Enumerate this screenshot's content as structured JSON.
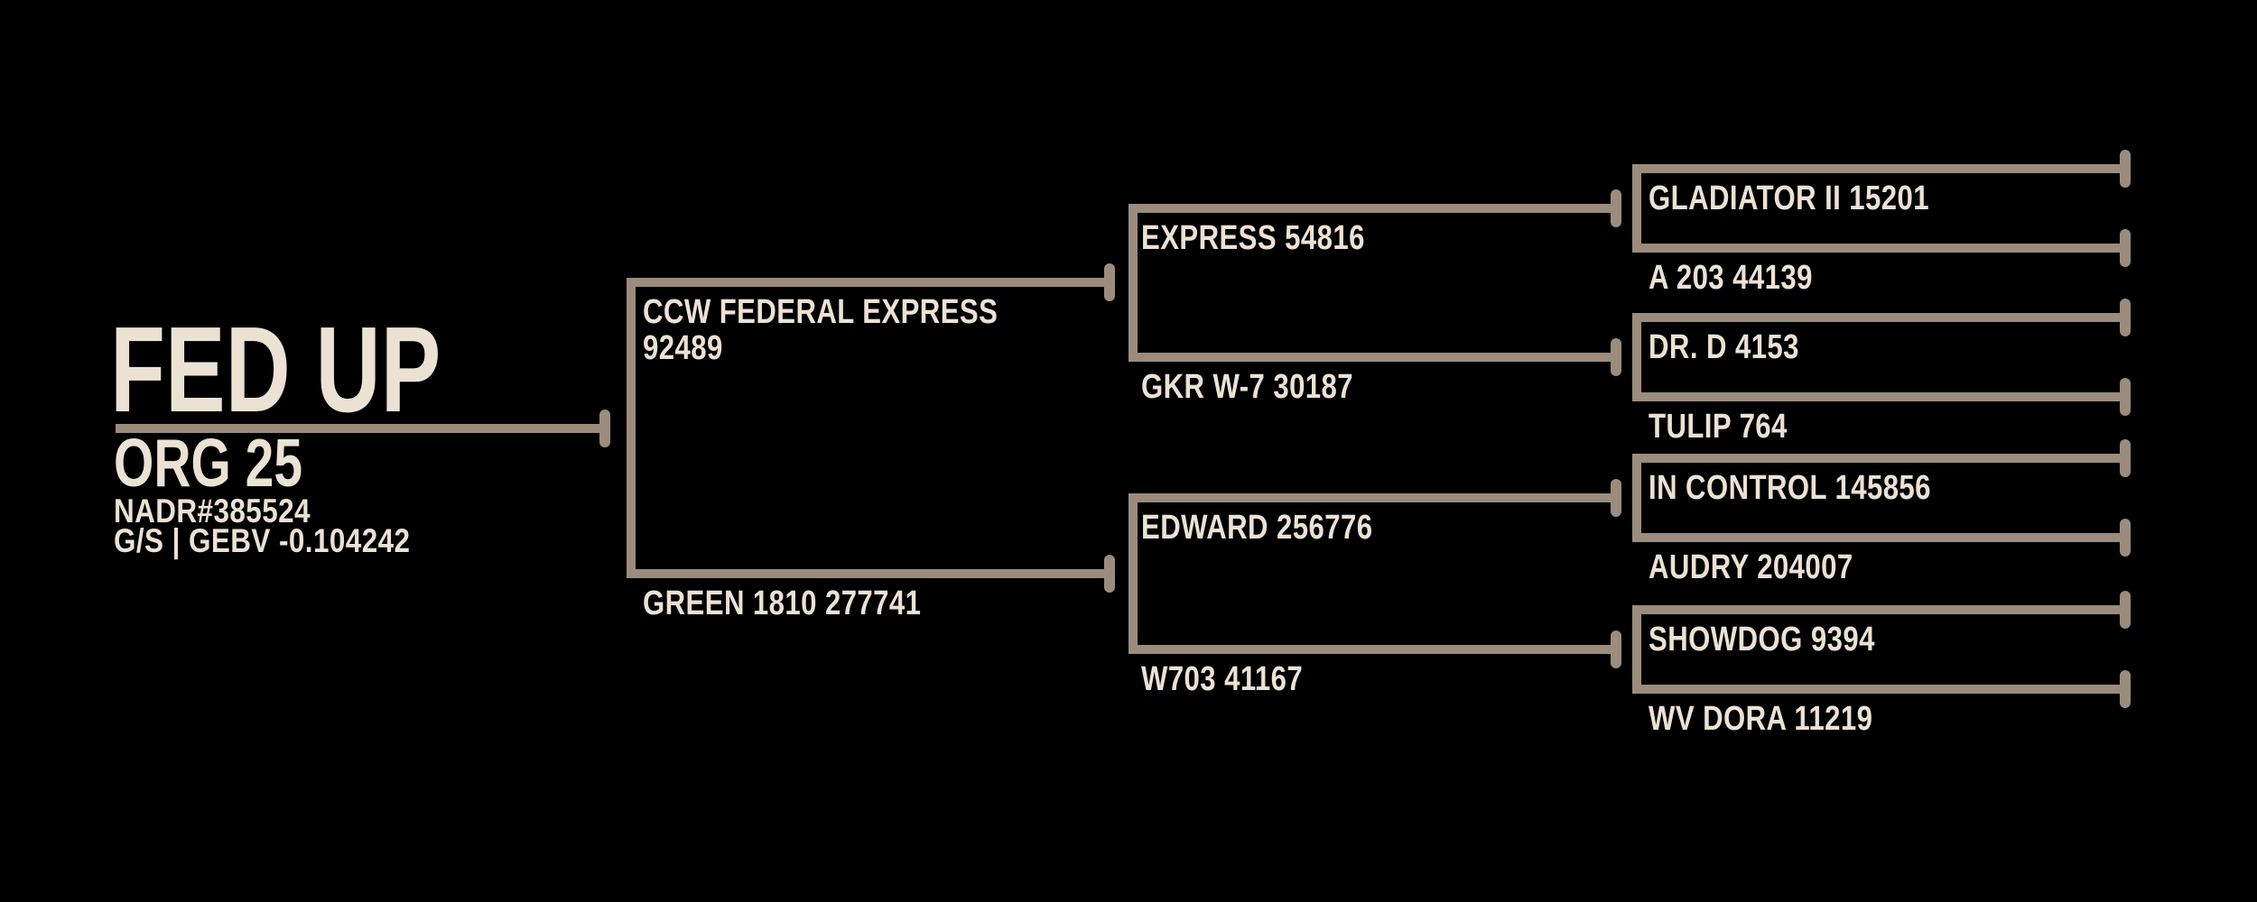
{
  "title_block": {
    "name": "FED UP",
    "subtitle": "ORG 25",
    "registration": "NADR#385524",
    "genetic_info": "G/S | GEBV -0.104242"
  },
  "pedigree": {
    "generation_1": {
      "sire": {
        "name_line1": "CCW FEDERAL EXPRESS",
        "name_line2": "92489"
      },
      "dam": {
        "name": "GREEN 1810 277741"
      }
    },
    "generation_2": {
      "sire_sire": "EXPRESS 54816",
      "sire_dam": "GKR W-7 30187",
      "dam_sire": "EDWARD 256776",
      "dam_dam": "W703 41167"
    },
    "generation_3": {
      "sire_sire_sire": "GLADIATOR II 15201",
      "sire_sire_dam": "A 203 44139",
      "sire_dam_sire": "DR. D 4153",
      "sire_dam_dam": "TULIP 764",
      "dam_sire_sire": "IN CONTROL 145856",
      "dam_sire_dam": "AUDRY 204007",
      "dam_dam_sire": "SHOWDOG 9394",
      "dam_dam_dam": "WV DORA 11219"
    }
  },
  "colors": {
    "background": "#000000",
    "line": "#9b8c7d",
    "text": "#ebe2d4"
  }
}
